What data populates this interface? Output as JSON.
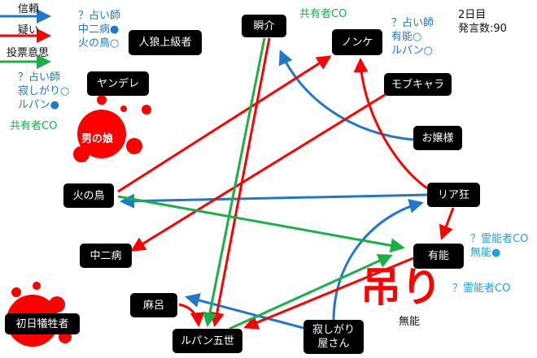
{
  "legend": {
    "trust": "信頼",
    "doubt": "疑い",
    "vote": "投票意思"
  },
  "colors": {
    "trust": "#1f78c8",
    "doubt": "#ff0000",
    "vote": "#19b04a"
  },
  "status": {
    "day": "2日目",
    "speech_count": "発言数:90"
  },
  "nodes": {
    "jinrou": "人狼上級者",
    "yandere": "ヤンデレ",
    "otokonoko": "男の娘",
    "shunsuke": "瞬介",
    "nonke": "ノンケ",
    "mob": "モブキャラ",
    "ojousama": "お嬢様",
    "hinotori": "火の鳥",
    "riakyo": "リア狂",
    "chuni": "中二病",
    "yuunou": "有能",
    "maro": "麻呂",
    "lupin": "ルパン五世",
    "sabishi1": "寂しがり",
    "sabishi2": "屋さん",
    "victim": "初日犠牲者"
  },
  "notes": {
    "jinrou": [
      "？占い師",
      "中二病●",
      "火の鳥○"
    ],
    "yandere": [
      "？占い師",
      "寂しがり○",
      "ルパン●"
    ],
    "otokonoko_co": "共有者CO",
    "shunsuke_co": "共有者CO",
    "nonke": [
      "？占い師",
      "有能○",
      "ルパン○"
    ],
    "yuunou": [
      "？霊能者CO",
      "無能●"
    ],
    "second_medium": "？霊能者CO",
    "munou": "無能"
  },
  "hang_label": "吊り"
}
